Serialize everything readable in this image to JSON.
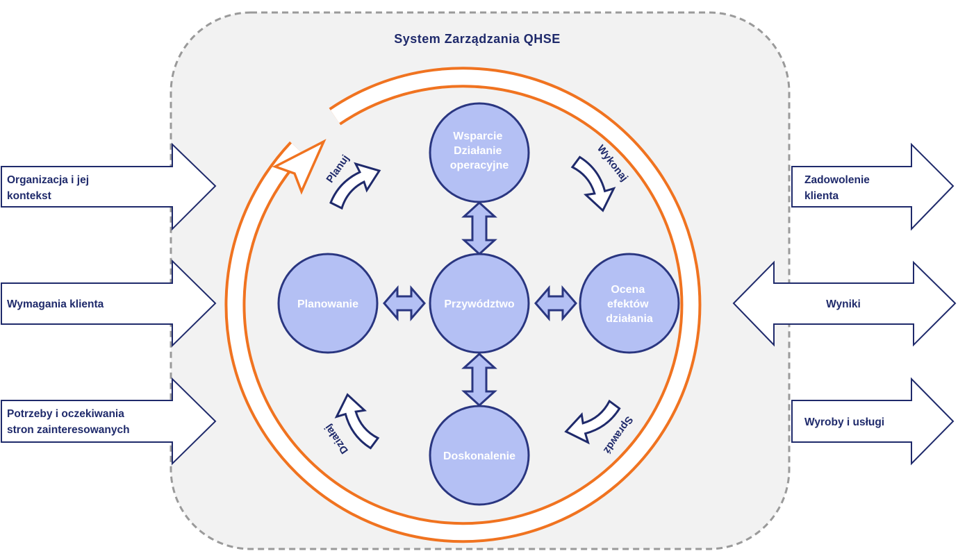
{
  "title": "System Zarządzania QHSE",
  "inputs": [
    {
      "lines": [
        "Organizacja i jej",
        "kontekst"
      ]
    },
    {
      "lines": [
        "Wymagania klienta"
      ]
    },
    {
      "lines": [
        "Potrzeby i oczekiwania",
        "stron zainteresowanych"
      ]
    }
  ],
  "outputs": [
    {
      "lines": [
        "Zadowolenie",
        "klienta"
      ]
    },
    {
      "lines": [
        "Wyniki"
      ]
    },
    {
      "lines": [
        "Wyroby i usługi"
      ]
    }
  ],
  "circles": {
    "top": [
      "Wsparcie",
      "Działanie",
      "operacyjne"
    ],
    "left": [
      "Planowanie"
    ],
    "center": [
      "Przywództwo"
    ],
    "right": [
      "Ocena",
      "efektów",
      "działania"
    ],
    "bottom": [
      "Doskonalenie"
    ]
  },
  "cycle": {
    "plan": "Planuj",
    "do": "Wykonaj",
    "check": "Sprawdź",
    "act": "Działaj"
  },
  "colors": {
    "navy": "#1f2a6b",
    "orange": "#f07320",
    "circle_fill": "#b4c0f4",
    "circle_stroke": "#2a3680",
    "panel_fill": "#f2f2f2",
    "panel_border": "#9a9a9a"
  }
}
